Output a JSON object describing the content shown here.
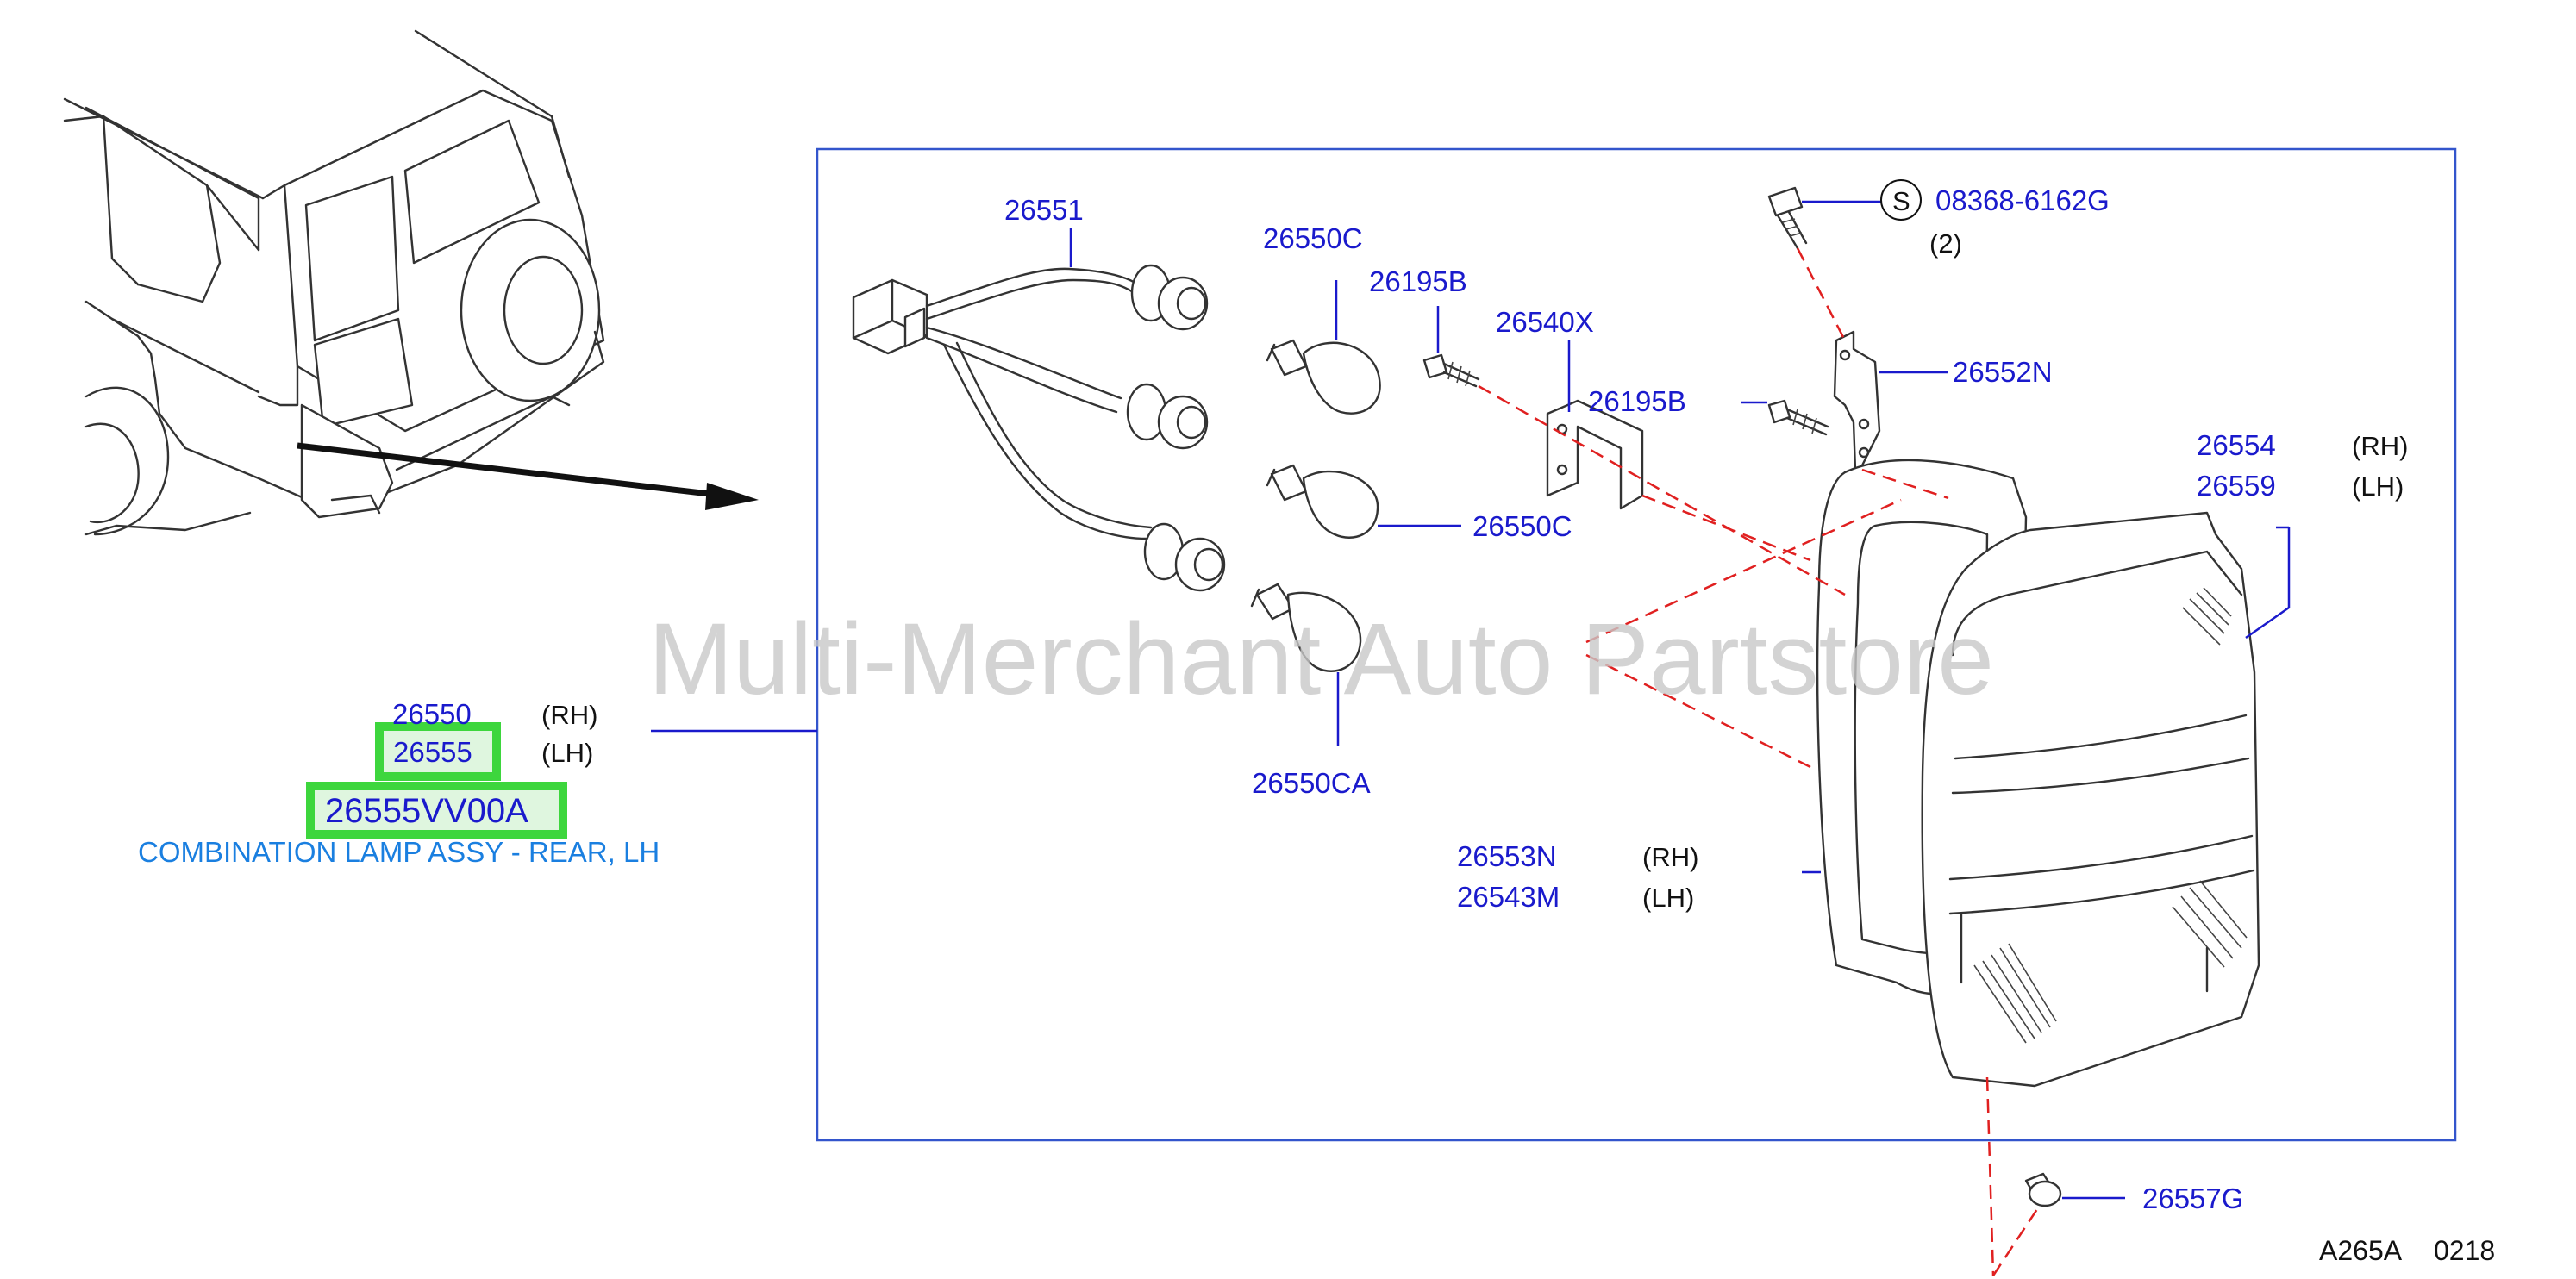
{
  "diagram": {
    "watermark": "Multi-Merchant Auto Partstore",
    "diagram_code": "A265A",
    "diagram_rev": "0218",
    "highlight_color": "#3dd63d",
    "part_color": "#1a1acc",
    "selected": {
      "part_number": "26555VV00A",
      "description": "COMBINATION LAMP ASSY - REAR, LH",
      "link_color": "#1a7fe0"
    },
    "callouts": {
      "lamp_rh": "26550",
      "lamp_lh": "26555",
      "harness": "26551",
      "bulb_top": "26550C",
      "bulb_mid": "26550C",
      "bulb_bottom": "26550CA",
      "screw_left": "26195B",
      "screw_right": "26195B",
      "bracket": "26540X",
      "bolt": "08368-6162G",
      "bolt_qty": "(2)",
      "bolt_symbol": "S",
      "bracket_right": "26552N",
      "lens_rh": "26554",
      "lens_lh": "26559",
      "gasket_rh": "26553N",
      "gasket_lh": "26543M",
      "clip": "26557G"
    },
    "sides": {
      "rh": "(RH)",
      "lh": "(LH)"
    }
  }
}
